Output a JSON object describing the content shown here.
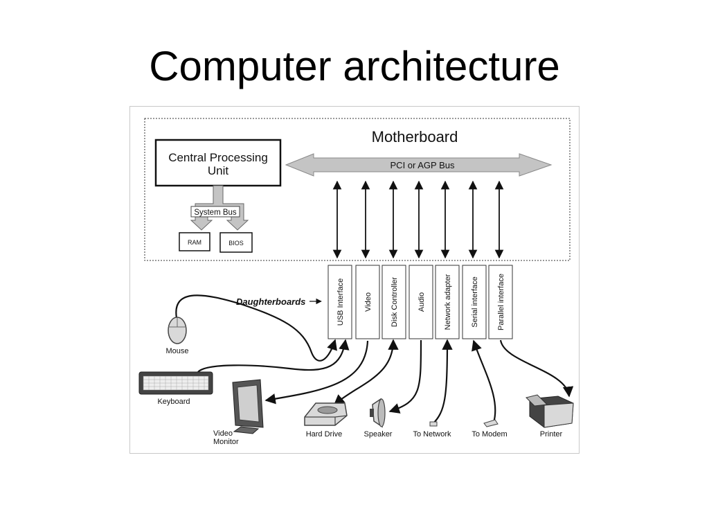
{
  "slide": {
    "title": "Computer architecture"
  },
  "diagram": {
    "motherboard_label": "Motherboard",
    "cpu_label_line1": "Central Processing",
    "cpu_label_line2": "Unit",
    "bus_label": "PCI or AGP Bus",
    "system_bus_label": "System Bus",
    "ram_label": "RAM",
    "bios_label": "BIOS",
    "daughterboards_label": "Daughterboards",
    "cards": [
      {
        "label": "USB Interface"
      },
      {
        "label": "Video"
      },
      {
        "label": "Disk Controller"
      },
      {
        "label": "Audio"
      },
      {
        "label": "Network adapter"
      },
      {
        "label": "Serial interface"
      },
      {
        "label": "Parallel interface"
      }
    ],
    "devices": {
      "mouse": "Mouse",
      "keyboard": "Keyboard",
      "video_monitor_line1": "Video",
      "video_monitor_line2": "Monitor",
      "hard_drive": "Hard Drive",
      "speaker": "Speaker",
      "to_network": "To Network",
      "to_modem": "To Modem",
      "printer": "Printer"
    },
    "colors": {
      "bus_fill": "#c4c4c4",
      "bus_stroke": "#888888",
      "line": "#111111",
      "device_dark": "#444444",
      "device_light": "#d9d9d9"
    }
  }
}
